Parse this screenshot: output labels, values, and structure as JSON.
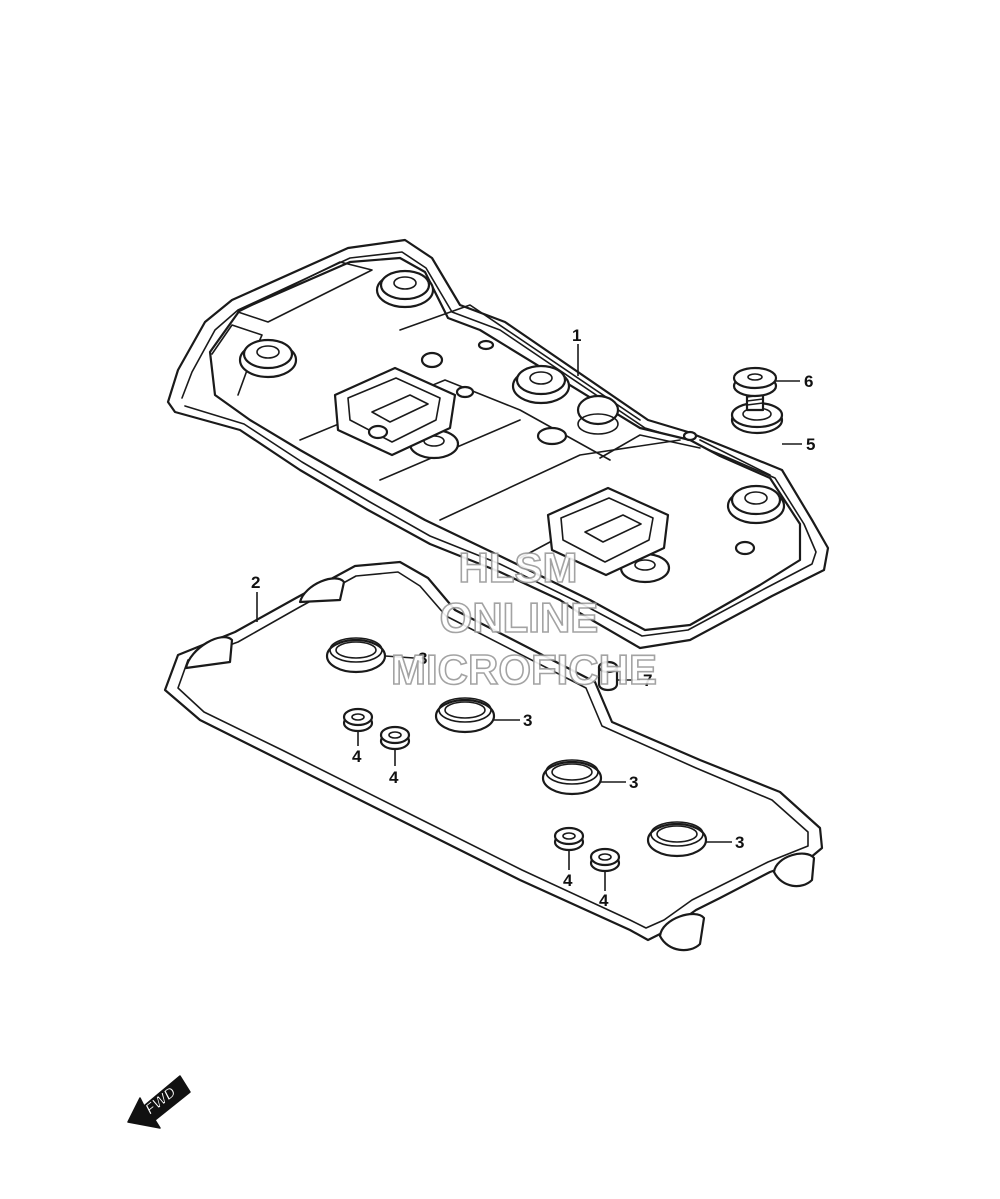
{
  "callouts": {
    "c1": "1",
    "c2": "2",
    "c3a": "3",
    "c3b": "3",
    "c3c": "3",
    "c3d": "3",
    "c4a": "4",
    "c4b": "4",
    "c4c": "4",
    "c4d": "4",
    "c5": "5",
    "c6": "6",
    "c7": "7"
  },
  "watermark": {
    "line1": "HLSM",
    "line2": "ONLINE",
    "line3": "MICROFICHE"
  },
  "direction_arrow": {
    "label": "FWD"
  },
  "colors": {
    "line": "#1a1a1a",
    "watermark": "#9a9a9a",
    "background": "#ffffff"
  }
}
